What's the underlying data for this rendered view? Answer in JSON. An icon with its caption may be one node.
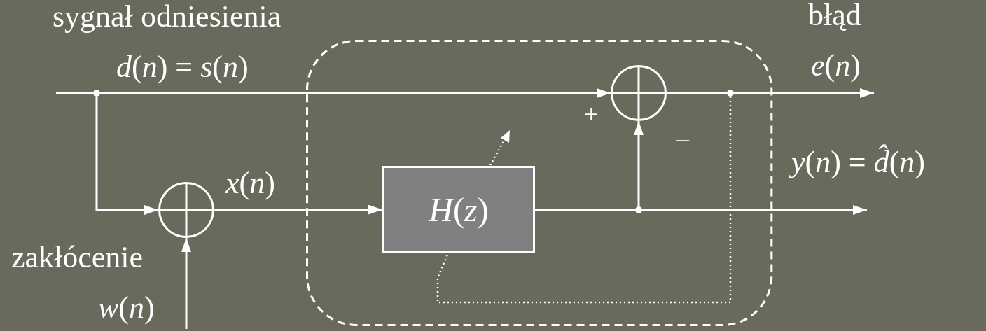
{
  "diagram": {
    "nodes": [
      {
        "text": [],
        "shape": "box"
      },
      {
        "text": [],
        "shape": "circle"
      },
      {
        "text": [
          "*H*(*z*)"
        ],
        "in": 0
      },
      {
        "text": [],
        "shape": "circle",
        "in": 0
      },
      {
        "text": [],
        "shape": "dot",
        "in": 0
      },
      {
        "text": [],
        "shape": "dot",
        "in": 0
      },
      {
        "text": [],
        "shape": "dot"
      }
    ],
    "edges": [
      {
        "from": null,
        "to": 6,
        "arrow": "none"
      },
      {
        "from": 6,
        "to": 3,
        "arrow": "to"
      },
      {
        "from": 6,
        "to": 1,
        "arrow": "to"
      },
      {
        "from": null,
        "to": 1,
        "arrow": "to"
      },
      {
        "from": 1,
        "to": 2,
        "arrow": "to"
      },
      {
        "from": 2,
        "to": 5,
        "arrow": "none"
      },
      {
        "from": 5,
        "to": 3,
        "arrow": "to"
      },
      {
        "from": 5,
        "to": null,
        "arrow": "to"
      },
      {
        "from": 3,
        "to": 4,
        "arrow": "none"
      },
      {
        "from": 4,
        "to": null,
        "arrow": "to"
      },
      {
        "from": 4,
        "to": 2,
        "arrow": "none",
        "style": "dashed"
      }
    ],
    "labels": [
      "sygnał odniesienia",
      "*d*(*n*) = *s*(*n*)",
      "błąd",
      "*e*(*n*)",
      "*x*(*n*)",
      "+",
      "–",
      "*y*(*n*) = *d̂*(*n*)",
      "zakłócenie",
      "*w*(*n*)"
    ]
  }
}
